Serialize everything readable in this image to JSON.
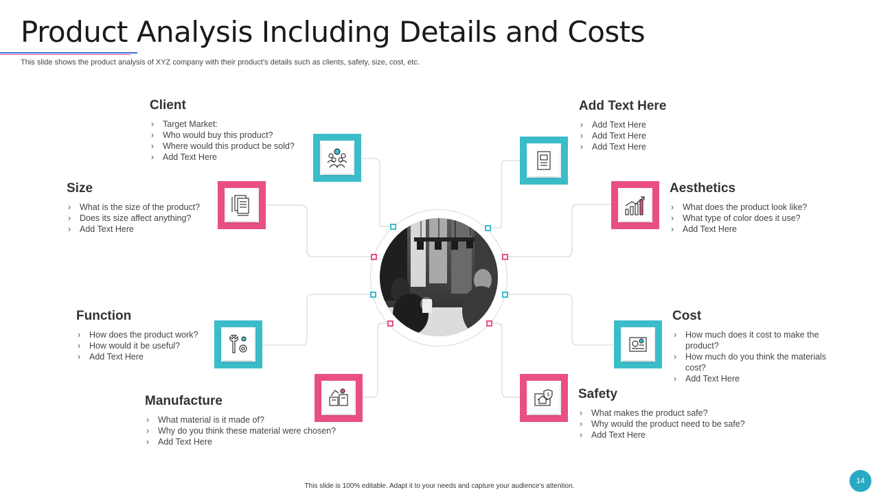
{
  "header": {
    "title": "Product Analysis Including Details and Costs",
    "subtitle": "This slide shows the product analysis of XYZ  company with their product’s details such as clients, safety, size, cost, etc."
  },
  "colors": {
    "teal": "#3bbcc9",
    "pink": "#ea4f84",
    "page_badge": "#27a9c3"
  },
  "sections": {
    "client": {
      "title": "Client",
      "icon": "people-group-icon",
      "items": [
        "Target Market:",
        "Who would buy this product?",
        "Where would this product be sold?",
        "Add Text Here"
      ]
    },
    "size": {
      "title": "Size",
      "icon": "document-dimensions-icon",
      "items": [
        "What is the size of the product?",
        "Does its size affect anything?",
        "Add Text Here"
      ]
    },
    "function": {
      "title": "Function",
      "icon": "tools-gear-icon",
      "items": [
        "How does the product work?",
        "How would it be useful?",
        "Add Text Here"
      ]
    },
    "manufacture": {
      "title": "Manufacture",
      "icon": "factory-machine-icon",
      "items": [
        "What material is it made of?",
        "Why do you think these material were  chosen?",
        "Add Text Here"
      ]
    },
    "add_text": {
      "title": "Add Text Here",
      "icon": "document-list-icon",
      "items": [
        "Add Text Here",
        "Add Text Here",
        "Add Text Here"
      ]
    },
    "aesthetics": {
      "title": "Aesthetics",
      "icon": "bar-chart-growth-icon",
      "items": [
        "What does the product look like?",
        "What type of color does it use?",
        "Add Text Here"
      ]
    },
    "cost": {
      "title": "Cost",
      "icon": "price-tag-icon",
      "items": [
        "How much does it cost to make the product?",
        "How much do you think the materials cost?",
        "Add Text Here"
      ]
    },
    "safety": {
      "title": "Safety",
      "icon": "secure-house-shield-icon",
      "items": [
        "What makes the product safe?",
        "Why would the product need to be safe?",
        "Add Text Here"
      ]
    }
  },
  "footer": {
    "note": "This slide is 100% editable.  Adapt it to your needs and capture your audience’s attention.",
    "page_number": "14"
  }
}
